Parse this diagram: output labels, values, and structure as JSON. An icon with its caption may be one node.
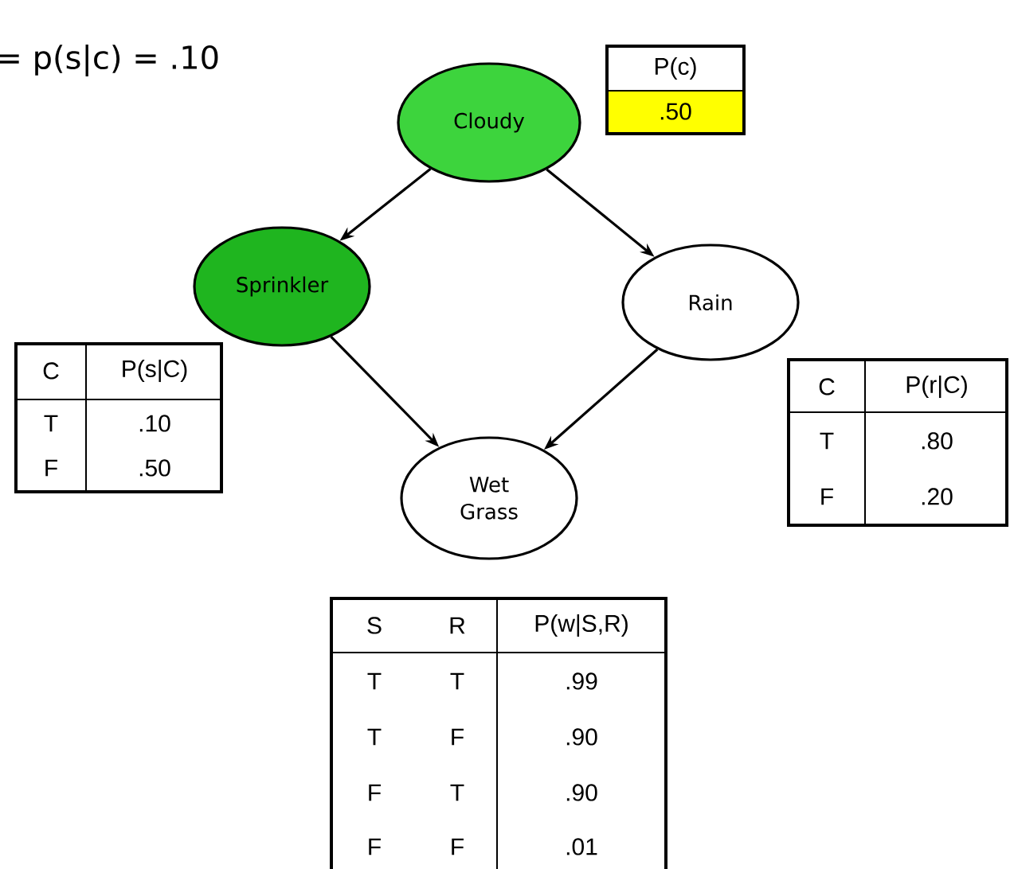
{
  "diagram": {
    "nodes": [
      {
        "text": [
          "Cloudy"
        ]
      },
      {
        "text": [
          "Sprinkler"
        ]
      },
      {
        "text": [
          "Rain"
        ]
      },
      {
        "text": [
          "Wet Grass"
        ]
      }
    ],
    "edges": [
      {
        "from": 0,
        "to": 1,
        "arrow": "to"
      },
      {
        "from": 0,
        "to": 2,
        "arrow": "to"
      },
      {
        "from": 1,
        "to": 3,
        "arrow": "to"
      },
      {
        "from": 2,
        "to": 3,
        "arrow": "to"
      }
    ],
    "labels": [
      "= p(s|c) = .10",
      "P(c)",
      ".50",
      "C",
      "P(s|C)",
      "T",
      ".10",
      "F",
      ".50",
      "C",
      "P(r|C)",
      "T",
      ".80",
      "F",
      ".20",
      "S",
      "R",
      "P(w|S,R)",
      "T",
      "T",
      ".99",
      "T",
      "F",
      ".90",
      "F",
      "T",
      ".90",
      "F",
      "F",
      ".01"
    ]
  }
}
